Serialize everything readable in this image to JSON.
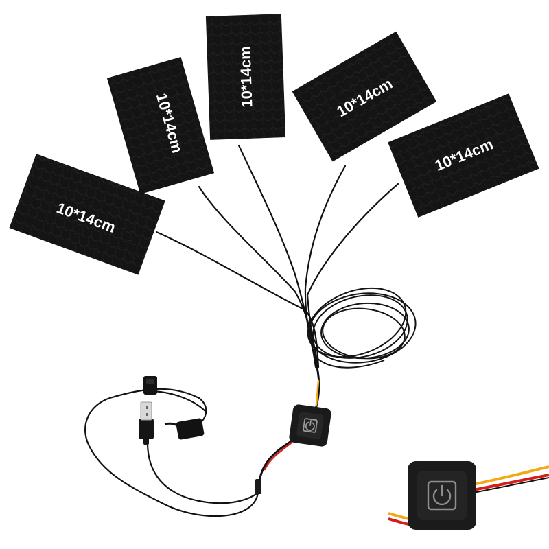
{
  "product": {
    "pads": [
      {
        "label": "10*14cm"
      },
      {
        "label": "10*14cm"
      },
      {
        "label": "10*14cm"
      },
      {
        "label": "10*14cm"
      },
      {
        "label": "10*14cm"
      }
    ]
  },
  "colors": {
    "background": "#ffffff",
    "pad": "#141414",
    "pad_texture": "#2a2a2a",
    "label": "#ffffff",
    "cable": "#111111",
    "wire_red": "#d4201c",
    "wire_yellow": "#f2a916",
    "switch_body": "#1a1a1a",
    "switch_face": "#262626",
    "power_icon": "#9a9a9a"
  },
  "icons": [
    "power-icon",
    "usb-plug-icon"
  ]
}
